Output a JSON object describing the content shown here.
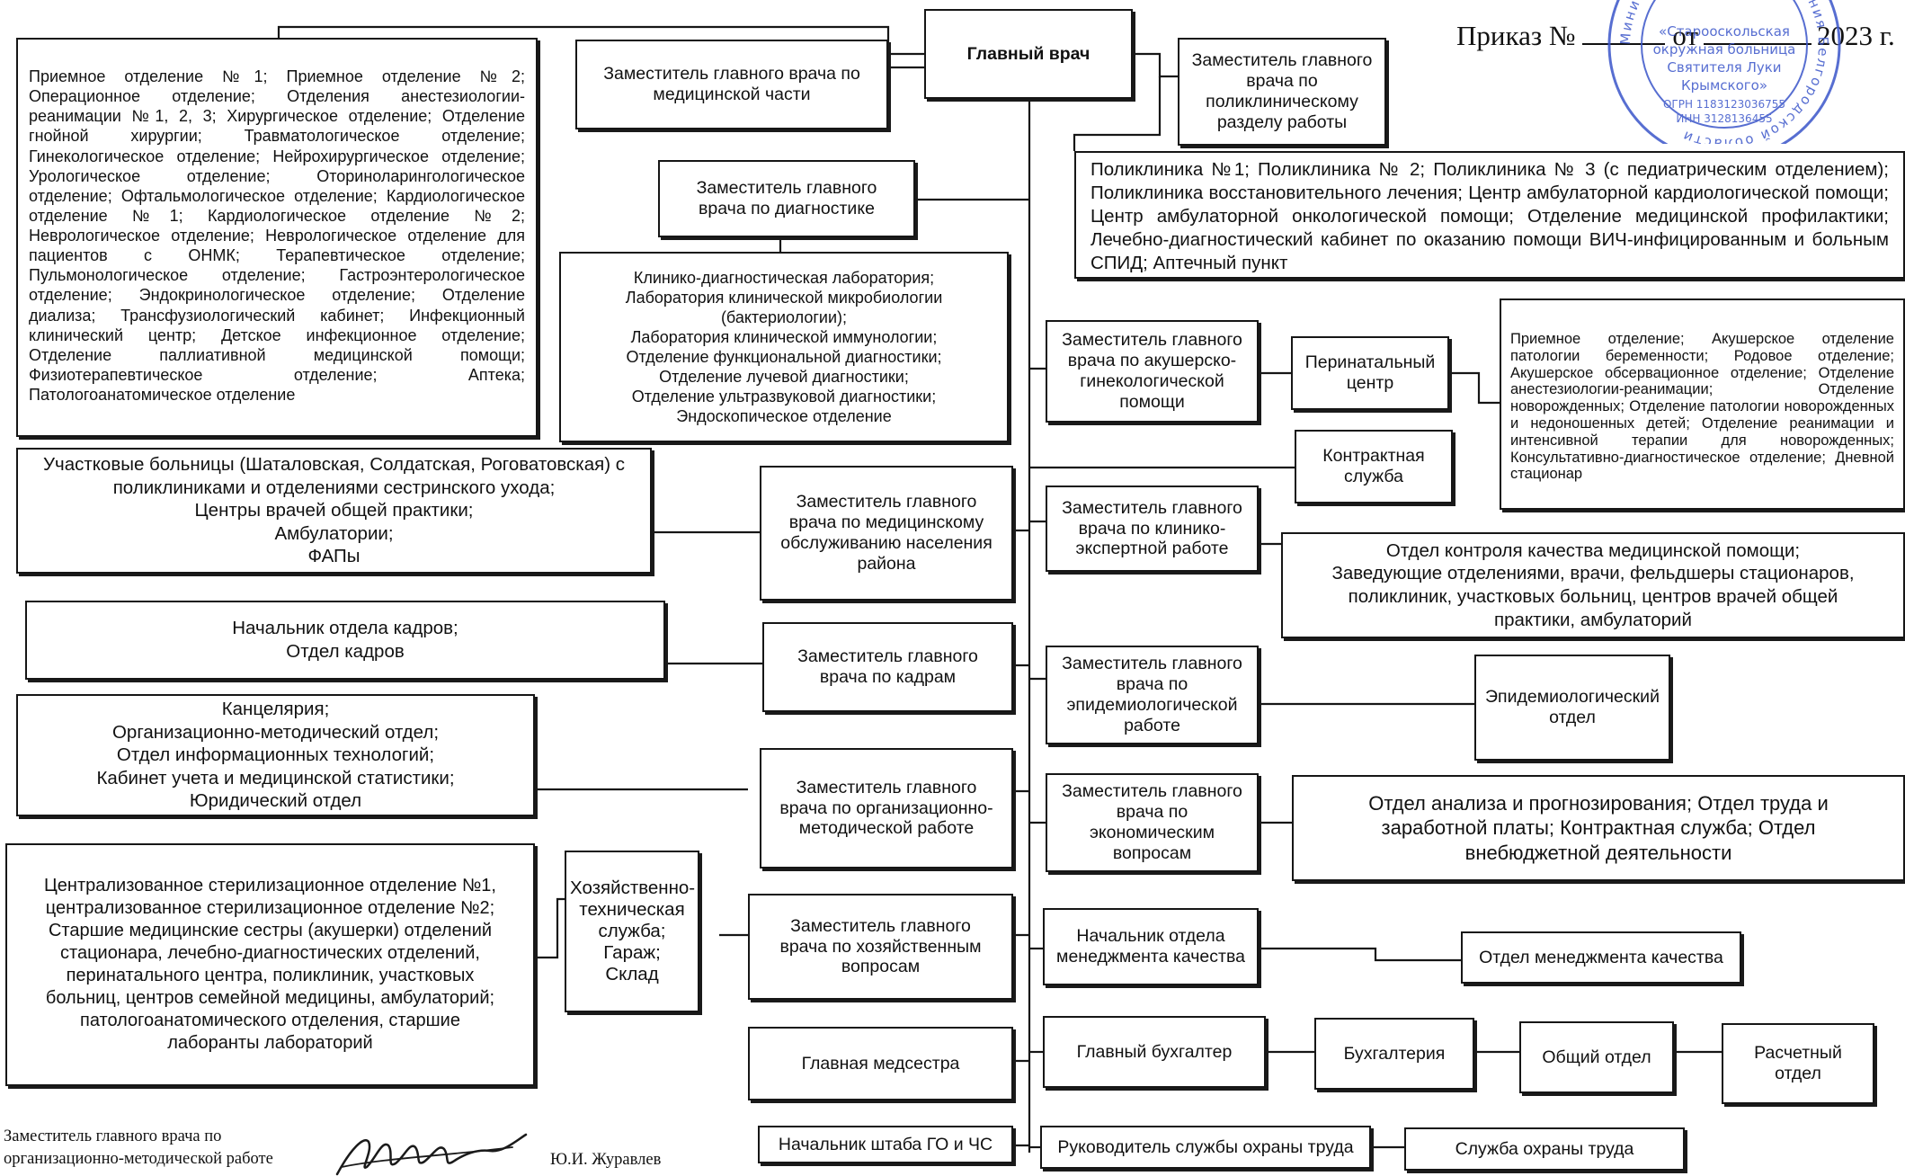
{
  "order": {
    "prefix": "Приказ №",
    "number": "",
    "from": "от",
    "date": "",
    "year_suffix": "2023 г."
  },
  "stamp": {
    "ring_text": "Министерство здравоохранения Белгородской области",
    "center_lines": [
      "«Старооскольская",
      "окружная больница",
      "Святителя Луки",
      "Крымского»"
    ],
    "inn": "ИНН 3128136455",
    "ogrn": "ОГРН 1183123036755",
    "color": "#3a55c9"
  },
  "nodes": {
    "chief": "Главный врач",
    "dep_medical": "Заместитель главного врача по медицинской части",
    "dep_polyclinic": "Заместитель главного\nврача по\nполиклиническому\nразделу  работы",
    "dep_diagnostics": "Заместитель главного\nврача по диагностике",
    "polyclinics_list": "Поликлиника №1; Поликлиника № 2; Поликлиника № 3 (с педиатрическим отделением); Поликлиника восстановительного лечения; Центр амбулаторной кардиологической помощи; Центр амбулаторной онкологической помощи; Отделение медицинской профилактики; Лечебно-диагностический кабинет по оказанию помощи ВИЧ-инфицированным и больным СПИД; Аптечный пункт",
    "hospital_departments": "Приемное отделение №1; Приемное отделение №2; Операционное отделение; Отделения анестезиологии-реанимации №1, 2, 3; Хирургическое отделение; Отделение гнойной хирургии; Травматологическое отделение; Гинекологическое отделение; Нейрохирургическое отделение; Урологическое отделение; Оториноларингологическое отделение; Офтальмологическое отделение; Кардиологическое отделение №1; Кардиологическое отделение №2; Неврологическое отделение; Неврологическое отделение для пациентов с ОНМК; Терапевтическое отделение; Пульмонологическое отделение; Гастроэнтерологическое отделение; Эндокринологическое отделение; Отделение диализа; Трансфузиологический кабинет; Инфекционный клинический центр; Детское инфекционное отделение; Отделение паллиативной медицинской помощи; Физиотерапевтическое отделение; Аптека; Патологоанатомическое отделение",
    "diagnostics_list": "Клинико-диагностическая лаборатория;\nЛаборатория  клинической микробиологии\n(бактериологии);\nЛаборатория клинической иммунологии;\nОтделение функциональной диагностики;\nОтделение лучевой диагностики;\nОтделение ультразвуковой диагностики;\nЭндоскопическое отделение",
    "dep_obstetrics": "Заместитель главного\nврача  по акушерско-\nгинекологической\nпомощи",
    "perinatal_center": "Перинатальный\nцентр",
    "perinatal_list": "Приемное отделение; Акушерское отделение патологии беременности; Родовое отделение; Акушерское обсервационное отделение; Отделение анестезиологии-реанимации; Отделение новорожденных; Отделение патологии новорожденных и недоношенных детей; Отделение реанимации и интенсивной терапии для новорожденных; Консультативно-диагностическое отделение; Дневной стационар",
    "contract_service": "Контрактная\nслужба",
    "district_list": "Участковые больницы (Шаталовская, Солдатская, Роговатовская) с\nполиклиниками и отделениями сестринского ухода;\nЦентры врачей общей практики;\nАмбулатории;\nФАПы",
    "dep_district": "Заместитель главного\nврача по медицинскому\nобслуживанию населения\nрайона",
    "dep_expert": "Заместитель главного\nврача по клинико-\nэкспертной работе",
    "quality_control_list": "Отдел контроля качества медицинской помощи;\nЗаведующие отделениями, врачи, фельдшеры стационаров,\nполиклиник, участковых больниц, центров врачей общей\nпрактики, амбулаторий",
    "hr_list": "Начальник отдела кадров;\nОтдел кадров",
    "dep_hr": "Заместитель главного\nврача по кадрам",
    "dep_epidemiology": "Заместитель  главного\nврача  по\nэпидемиологической\nработе",
    "epidemiology_dept": "Эпидемиологический\nотдел",
    "org_list": "Канцелярия;\nОрганизационно-методический отдел;\nОтдел информационных технологий;\nКабинет учета и медицинской статистики;\nЮридический отдел",
    "dep_org_method": "Заместитель  главного\nврача  по организационно-\nметодической работе",
    "dep_economics": "Заместитель главного\nврача по\nэкономическим\nвопросам",
    "economics_list": "Отдел анализа и прогнозирования; Отдел труда и\nзаработной платы; Контрактная служба; Отдел\nвнебюджетной деятельности",
    "sterilization_list": "Централизованное стерилизационное отделение №1,\nцентрализованное стерилизационное отделение №2;\nСтаршие медицинские сестры (акушерки)  отделений\nстационара, лечебно-диагностических отделений,\nперинатального центра, поликлиник, участковых\nбольниц, центров семейной медицины, амбулаторий;\nпатологоанатомического отделения,  старшие\nлаборанты лабораторий",
    "household_service": "Хозяйственно-\nтехническая\nслужба;\nГараж;\nСклад",
    "dep_household": "Заместитель главного\nврача по хозяйственным\nвопросам",
    "head_quality_mgmt": "Начальник отдела\nменеджмента качества",
    "quality_mgmt_dept": "Отдел менеджмента качества",
    "head_nurse": "Главная медсестра",
    "chief_accountant": "Главный бухгалтер",
    "accounting": "Бухгалтерия",
    "general_dept": "Общий отдел",
    "settlement_dept": "Расчетный\nотдел",
    "civil_defense": "Начальник штаба ГО и ЧС",
    "labor_safety_head": "Руководитель службы охраны труда",
    "labor_safety_service": "Служба охраны труда"
  },
  "footer": {
    "signer_title": "Заместитель главного врача по\nорганизационно-методической работе",
    "signer_name": "Ю.И. Журавлев"
  }
}
